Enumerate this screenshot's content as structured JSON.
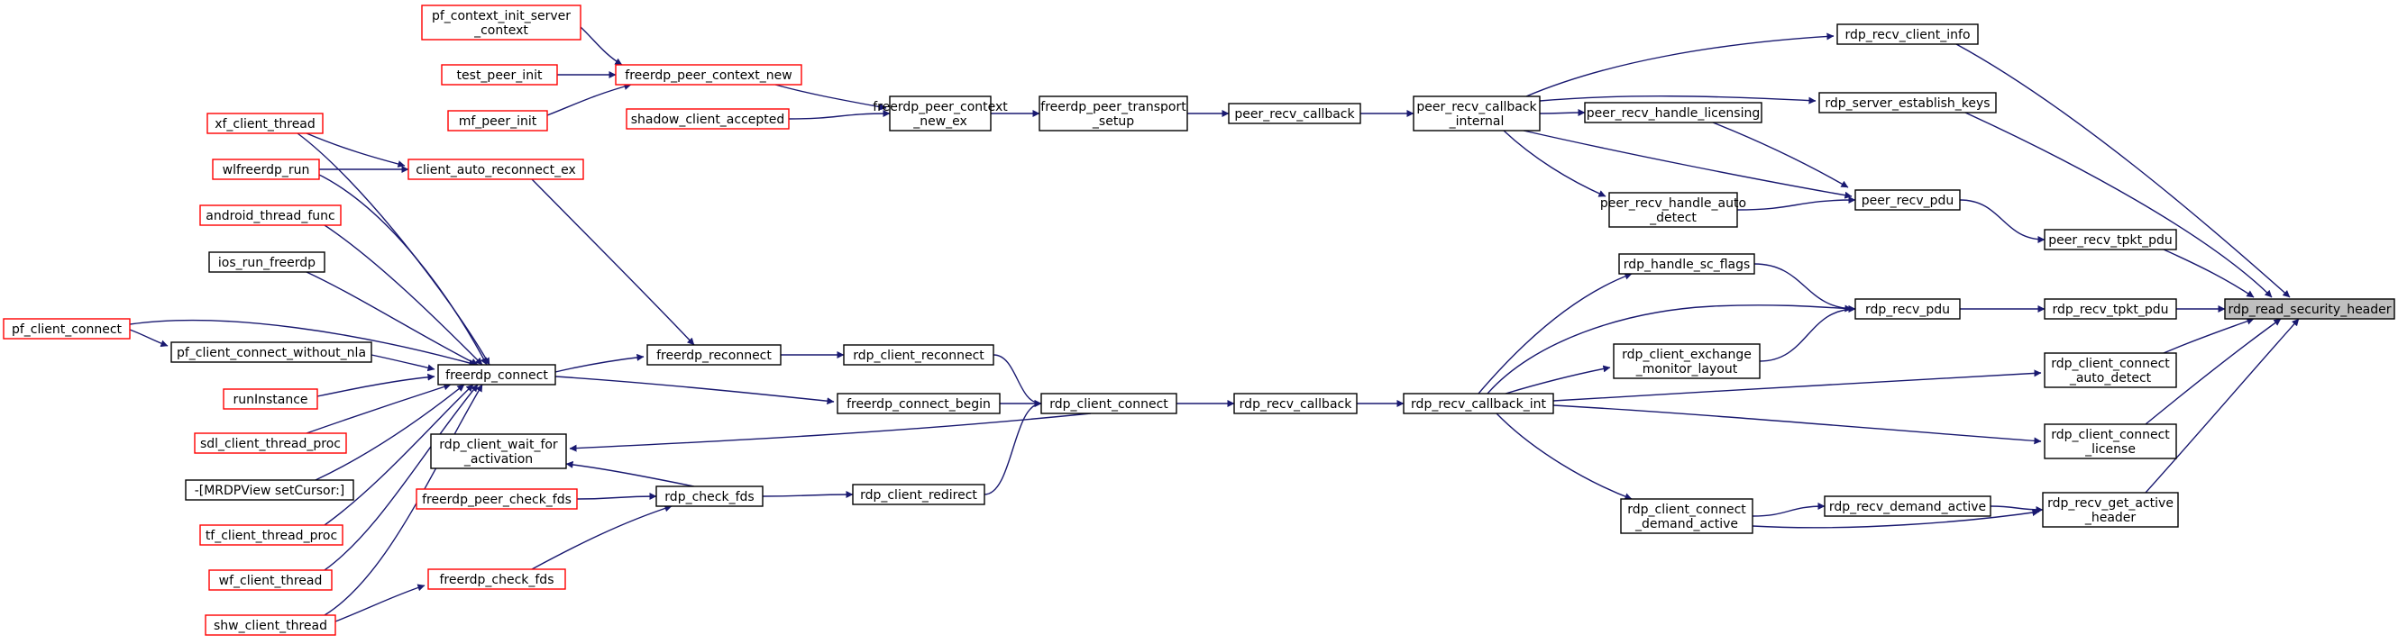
{
  "colors": {
    "edge": "#191970",
    "normal_border": "#000000",
    "truncated_border": "#ff0000",
    "target_fill": "#bfbfbf",
    "background": "#ffffff"
  },
  "nodes": [
    {
      "id": "target",
      "lines": [
        "rdp_read_security_header"
      ],
      "style": "target"
    },
    {
      "id": "rdp_recv_client_info",
      "lines": [
        "rdp_recv_client_info"
      ],
      "style": "normal"
    },
    {
      "id": "rdp_server_establish_keys",
      "lines": [
        "rdp_server_establish_keys"
      ],
      "style": "normal"
    },
    {
      "id": "peer_recv_tpkt_pdu",
      "lines": [
        "peer_recv_tpkt_pdu"
      ],
      "style": "normal"
    },
    {
      "id": "rdp_recv_tpkt_pdu",
      "lines": [
        "rdp_recv_tpkt_pdu"
      ],
      "style": "normal"
    },
    {
      "id": "rdp_client_connect_auto_detect",
      "lines": [
        "rdp_client_connect",
        "_auto_detect"
      ],
      "style": "normal"
    },
    {
      "id": "rdp_client_connect_license",
      "lines": [
        "rdp_client_connect",
        "_license"
      ],
      "style": "normal"
    },
    {
      "id": "rdp_recv_get_active_header",
      "lines": [
        "rdp_recv_get_active",
        "_header"
      ],
      "style": "normal"
    },
    {
      "id": "peer_recv_callback_internal",
      "lines": [
        "peer_recv_callback",
        "_internal"
      ],
      "style": "normal"
    },
    {
      "id": "peer_recv_handle_licensing",
      "lines": [
        "peer_recv_handle_licensing"
      ],
      "style": "normal"
    },
    {
      "id": "peer_recv_pdu",
      "lines": [
        "peer_recv_pdu"
      ],
      "style": "normal"
    },
    {
      "id": "peer_recv_handle_auto_detect",
      "lines": [
        "peer_recv_handle_auto",
        "_detect"
      ],
      "style": "normal"
    },
    {
      "id": "rdp_handle_sc_flags",
      "lines": [
        "rdp_handle_sc_flags"
      ],
      "style": "normal"
    },
    {
      "id": "rdp_recv_pdu",
      "lines": [
        "rdp_recv_pdu"
      ],
      "style": "normal"
    },
    {
      "id": "rdp_client_exchange_monitor_layout",
      "lines": [
        "rdp_client_exchange",
        "_monitor_layout"
      ],
      "style": "normal"
    },
    {
      "id": "rdp_recv_callback_int",
      "lines": [
        "rdp_recv_callback_int"
      ],
      "style": "normal"
    },
    {
      "id": "rdp_client_connect_demand_active",
      "lines": [
        "rdp_client_connect",
        "_demand_active"
      ],
      "style": "normal"
    },
    {
      "id": "rdp_recv_demand_active",
      "lines": [
        "rdp_recv_demand_active"
      ],
      "style": "normal"
    },
    {
      "id": "peer_recv_callback",
      "lines": [
        "peer_recv_callback"
      ],
      "style": "normal"
    },
    {
      "id": "rdp_recv_callback",
      "lines": [
        "rdp_recv_callback"
      ],
      "style": "normal"
    },
    {
      "id": "freerdp_peer_transport_setup",
      "lines": [
        "freerdp_peer_transport",
        "_setup"
      ],
      "style": "normal"
    },
    {
      "id": "freerdp_peer_context_new_ex",
      "lines": [
        "freerdp_peer_context",
        "_new_ex"
      ],
      "style": "normal"
    },
    {
      "id": "rdp_client_connect",
      "lines": [
        "rdp_client_connect"
      ],
      "style": "normal"
    },
    {
      "id": "freerdp_peer_context_new",
      "lines": [
        "freerdp_peer_context_new"
      ],
      "style": "truncated"
    },
    {
      "id": "shadow_client_accepted",
      "lines": [
        "shadow_client_accepted"
      ],
      "style": "truncated"
    },
    {
      "id": "pf_context_init_server_context",
      "lines": [
        "pf_context_init_server",
        "_context"
      ],
      "style": "truncated"
    },
    {
      "id": "test_peer_init",
      "lines": [
        "test_peer_init"
      ],
      "style": "truncated"
    },
    {
      "id": "mf_peer_init",
      "lines": [
        "mf_peer_init"
      ],
      "style": "truncated"
    },
    {
      "id": "rdp_client_reconnect",
      "lines": [
        "rdp_client_reconnect"
      ],
      "style": "normal"
    },
    {
      "id": "freerdp_connect_begin",
      "lines": [
        "freerdp_connect_begin"
      ],
      "style": "normal"
    },
    {
      "id": "rdp_client_redirect",
      "lines": [
        "rdp_client_redirect"
      ],
      "style": "normal"
    },
    {
      "id": "freerdp_reconnect",
      "lines": [
        "freerdp_reconnect"
      ],
      "style": "normal"
    },
    {
      "id": "rdp_check_fds",
      "lines": [
        "rdp_check_fds"
      ],
      "style": "normal"
    },
    {
      "id": "rdp_client_wait_for_activation",
      "lines": [
        "rdp_client_wait_for",
        "_activation"
      ],
      "style": "normal"
    },
    {
      "id": "freerdp_connect",
      "lines": [
        "freerdp_connect"
      ],
      "style": "normal"
    },
    {
      "id": "client_auto_reconnect_ex",
      "lines": [
        "client_auto_reconnect_ex"
      ],
      "style": "truncated"
    },
    {
      "id": "freerdp_peer_check_fds",
      "lines": [
        "freerdp_peer_check_fds"
      ],
      "style": "truncated"
    },
    {
      "id": "freerdp_check_fds",
      "lines": [
        "freerdp_check_fds"
      ],
      "style": "truncated"
    },
    {
      "id": "xf_client_thread",
      "lines": [
        "xf_client_thread"
      ],
      "style": "truncated"
    },
    {
      "id": "wlfreerdp_run",
      "lines": [
        "wlfreerdp_run"
      ],
      "style": "truncated"
    },
    {
      "id": "android_thread_func",
      "lines": [
        "android_thread_func"
      ],
      "style": "truncated"
    },
    {
      "id": "ios_run_freerdp",
      "lines": [
        "ios_run_freerdp"
      ],
      "style": "normal"
    },
    {
      "id": "pf_client_connect_without_nla",
      "lines": [
        "pf_client_connect_without_nla"
      ],
      "style": "normal"
    },
    {
      "id": "pf_client_connect",
      "lines": [
        "pf_client_connect"
      ],
      "style": "truncated"
    },
    {
      "id": "runInstance",
      "lines": [
        "runInstance"
      ],
      "style": "truncated"
    },
    {
      "id": "sdl_client_thread_proc",
      "lines": [
        "sdl_client_thread_proc"
      ],
      "style": "truncated"
    },
    {
      "id": "mrdpview_setcursor",
      "lines": [
        "-[MRDPView setCursor:]"
      ],
      "style": "normal"
    },
    {
      "id": "tf_client_thread_proc",
      "lines": [
        "tf_client_thread_proc"
      ],
      "style": "truncated"
    },
    {
      "id": "wf_client_thread",
      "lines": [
        "wf_client_thread"
      ],
      "style": "truncated"
    },
    {
      "id": "shw_client_thread",
      "lines": [
        "shw_client_thread"
      ],
      "style": "truncated"
    }
  ],
  "edges": [
    {
      "from": "rdp_recv_client_info",
      "to": "target"
    },
    {
      "from": "rdp_server_establish_keys",
      "to": "target"
    },
    {
      "from": "peer_recv_tpkt_pdu",
      "to": "target"
    },
    {
      "from": "rdp_recv_tpkt_pdu",
      "to": "target"
    },
    {
      "from": "rdp_client_connect_auto_detect",
      "to": "target"
    },
    {
      "from": "rdp_client_connect_license",
      "to": "target"
    },
    {
      "from": "rdp_recv_get_active_header",
      "to": "target"
    },
    {
      "from": "peer_recv_callback_internal",
      "to": "rdp_recv_client_info"
    },
    {
      "from": "peer_recv_callback_internal",
      "to": "rdp_server_establish_keys"
    },
    {
      "from": "peer_recv_callback_internal",
      "to": "peer_recv_handle_licensing"
    },
    {
      "from": "peer_recv_callback_internal",
      "to": "peer_recv_pdu"
    },
    {
      "from": "peer_recv_callback_internal",
      "to": "peer_recv_handle_auto_detect"
    },
    {
      "from": "peer_recv_handle_licensing",
      "to": "peer_recv_pdu"
    },
    {
      "from": "peer_recv_handle_auto_detect",
      "to": "peer_recv_pdu"
    },
    {
      "from": "peer_recv_pdu",
      "to": "peer_recv_tpkt_pdu"
    },
    {
      "from": "rdp_recv_pdu",
      "to": "rdp_recv_tpkt_pdu"
    },
    {
      "from": "rdp_handle_sc_flags",
      "to": "rdp_recv_pdu"
    },
    {
      "from": "rdp_client_exchange_monitor_layout",
      "to": "rdp_recv_pdu"
    },
    {
      "from": "rdp_recv_callback_int",
      "to": "rdp_recv_pdu"
    },
    {
      "from": "rdp_recv_callback_int",
      "to": "rdp_handle_sc_flags"
    },
    {
      "from": "rdp_recv_callback_int",
      "to": "rdp_client_exchange_monitor_layout"
    },
    {
      "from": "rdp_recv_callback_int",
      "to": "rdp_client_connect_auto_detect"
    },
    {
      "from": "rdp_recv_callback_int",
      "to": "rdp_client_connect_license"
    },
    {
      "from": "rdp_recv_callback_int",
      "to": "rdp_client_connect_demand_active"
    },
    {
      "from": "rdp_client_connect_demand_active",
      "to": "rdp_recv_demand_active"
    },
    {
      "from": "rdp_client_connect_demand_active",
      "to": "rdp_recv_get_active_header"
    },
    {
      "from": "rdp_recv_demand_active",
      "to": "rdp_recv_get_active_header"
    },
    {
      "from": "peer_recv_callback",
      "to": "peer_recv_callback_internal"
    },
    {
      "from": "rdp_recv_callback",
      "to": "rdp_recv_callback_int"
    },
    {
      "from": "freerdp_peer_transport_setup",
      "to": "peer_recv_callback"
    },
    {
      "from": "freerdp_peer_context_new_ex",
      "to": "freerdp_peer_transport_setup"
    },
    {
      "from": "freerdp_peer_context_new",
      "to": "freerdp_peer_context_new_ex"
    },
    {
      "from": "shadow_client_accepted",
      "to": "freerdp_peer_context_new_ex"
    },
    {
      "from": "pf_context_init_server_context",
      "to": "freerdp_peer_context_new"
    },
    {
      "from": "test_peer_init",
      "to": "freerdp_peer_context_new"
    },
    {
      "from": "mf_peer_init",
      "to": "freerdp_peer_context_new"
    },
    {
      "from": "rdp_client_connect",
      "to": "rdp_recv_callback"
    },
    {
      "from": "rdp_client_connect",
      "to": "rdp_client_wait_for_activation"
    },
    {
      "from": "rdp_client_reconnect",
      "to": "rdp_client_connect"
    },
    {
      "from": "freerdp_connect_begin",
      "to": "rdp_client_connect"
    },
    {
      "from": "rdp_client_redirect",
      "to": "rdp_client_connect"
    },
    {
      "from": "freerdp_reconnect",
      "to": "rdp_client_reconnect"
    },
    {
      "from": "freerdp_connect",
      "to": "freerdp_reconnect"
    },
    {
      "from": "freerdp_connect",
      "to": "freerdp_connect_begin"
    },
    {
      "from": "client_auto_reconnect_ex",
      "to": "freerdp_reconnect"
    },
    {
      "from": "rdp_check_fds",
      "to": "rdp_client_redirect"
    },
    {
      "from": "rdp_check_fds",
      "to": "rdp_client_wait_for_activation"
    },
    {
      "from": "freerdp_peer_check_fds",
      "to": "rdp_check_fds"
    },
    {
      "from": "freerdp_check_fds",
      "to": "rdp_check_fds"
    },
    {
      "from": "xf_client_thread",
      "to": "client_auto_reconnect_ex"
    },
    {
      "from": "xf_client_thread",
      "to": "freerdp_connect"
    },
    {
      "from": "wlfreerdp_run",
      "to": "client_auto_reconnect_ex"
    },
    {
      "from": "wlfreerdp_run",
      "to": "freerdp_connect"
    },
    {
      "from": "android_thread_func",
      "to": "freerdp_connect"
    },
    {
      "from": "ios_run_freerdp",
      "to": "freerdp_connect"
    },
    {
      "from": "pf_client_connect",
      "to": "pf_client_connect_without_nla"
    },
    {
      "from": "pf_client_connect",
      "to": "freerdp_connect"
    },
    {
      "from": "pf_client_connect_without_nla",
      "to": "freerdp_connect"
    },
    {
      "from": "runInstance",
      "to": "freerdp_connect"
    },
    {
      "from": "sdl_client_thread_proc",
      "to": "freerdp_connect"
    },
    {
      "from": "mrdpview_setcursor",
      "to": "freerdp_connect"
    },
    {
      "from": "tf_client_thread_proc",
      "to": "freerdp_connect"
    },
    {
      "from": "wf_client_thread",
      "to": "freerdp_connect"
    },
    {
      "from": "shw_client_thread",
      "to": "freerdp_connect"
    },
    {
      "from": "shw_client_thread",
      "to": "freerdp_check_fds"
    }
  ]
}
